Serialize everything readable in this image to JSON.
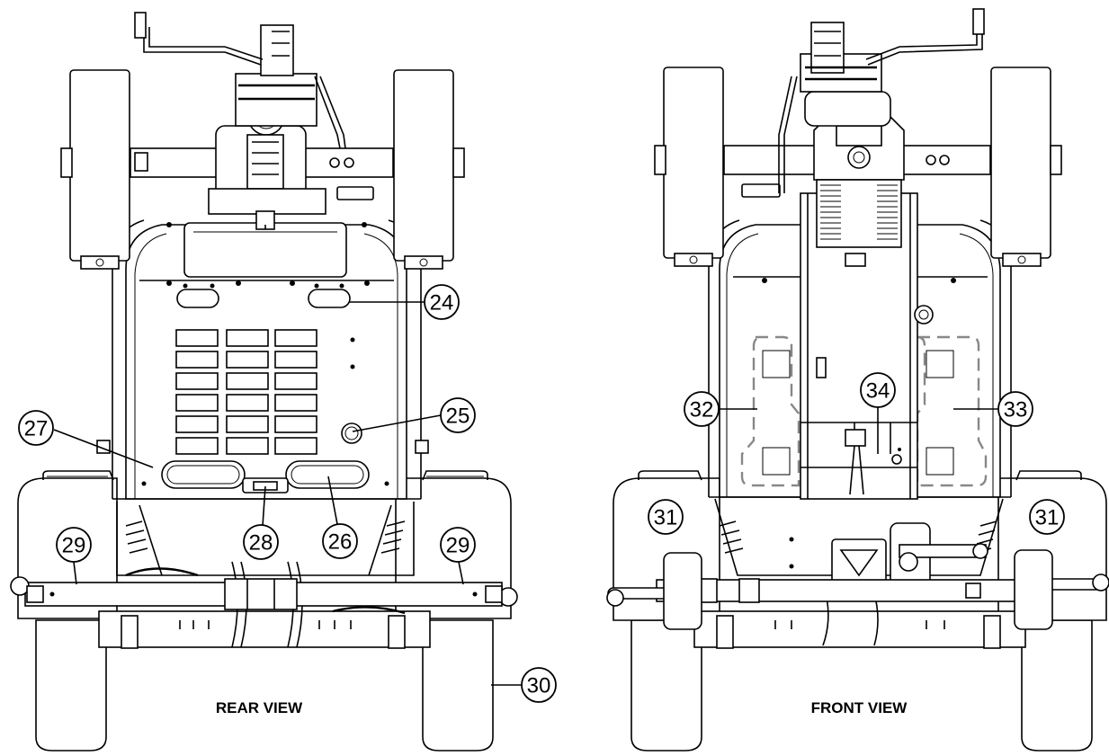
{
  "views": [
    {
      "id": "rear",
      "label": "REAR VIEW"
    },
    {
      "id": "front",
      "label": "FRONT VIEW"
    }
  ],
  "callouts": {
    "c24": "24",
    "c25": "25",
    "c26": "26",
    "c27": "27",
    "c28": "28",
    "c29a": "29",
    "c29b": "29",
    "c30": "30",
    "c31a": "31",
    "c31b": "31",
    "c32": "32",
    "c33": "33",
    "c34": "34"
  }
}
